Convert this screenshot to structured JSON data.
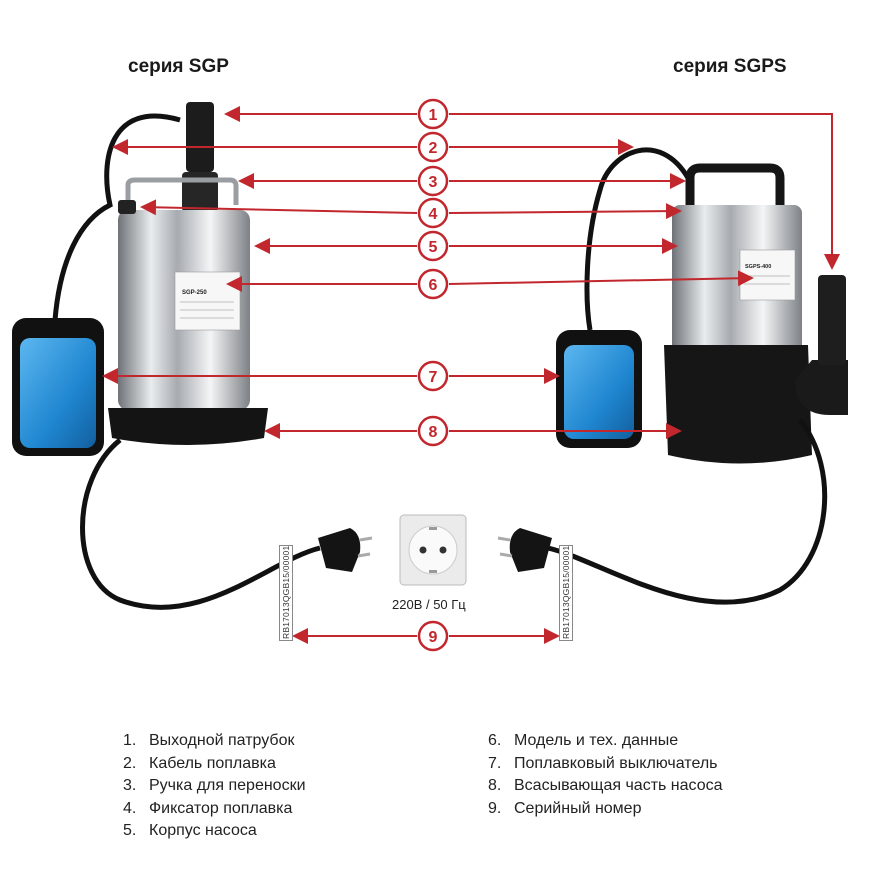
{
  "titles": {
    "left": "серия SGP",
    "right": "серия SGPS"
  },
  "callouts": [
    "1",
    "2",
    "3",
    "4",
    "5",
    "6",
    "7",
    "8",
    "9"
  ],
  "power": {
    "voltage_label": "220В / 50 Гц"
  },
  "serials": {
    "left": "RB17013QGB15/00001",
    "right": "RB17013QGB15/00001"
  },
  "pump_labels": {
    "left_model": "SGP-250",
    "right_model": "SGPS-400"
  },
  "legend": {
    "left": [
      {
        "num": "1.",
        "text": "Выходной патрубок"
      },
      {
        "num": "2.",
        "text": "Кабель поплавка"
      },
      {
        "num": "3.",
        "text": "Ручка для переноски"
      },
      {
        "num": "4.",
        "text": "Фиксатор поплавка"
      },
      {
        "num": "5.",
        "text": "Корпус насоса"
      }
    ],
    "right": [
      {
        "num": "6.",
        "text": "Модель и тех. данные"
      },
      {
        "num": "7.",
        "text": "Поплавковый выключатель"
      },
      {
        "num": "8.",
        "text": "Всасывающая часть насоса"
      },
      {
        "num": "9.",
        "text": "Серийный номер"
      }
    ]
  },
  "colors": {
    "accent": "#c1272d",
    "float": "#2a8fd6",
    "cable": "#111111",
    "steel": "#c9cccf"
  }
}
